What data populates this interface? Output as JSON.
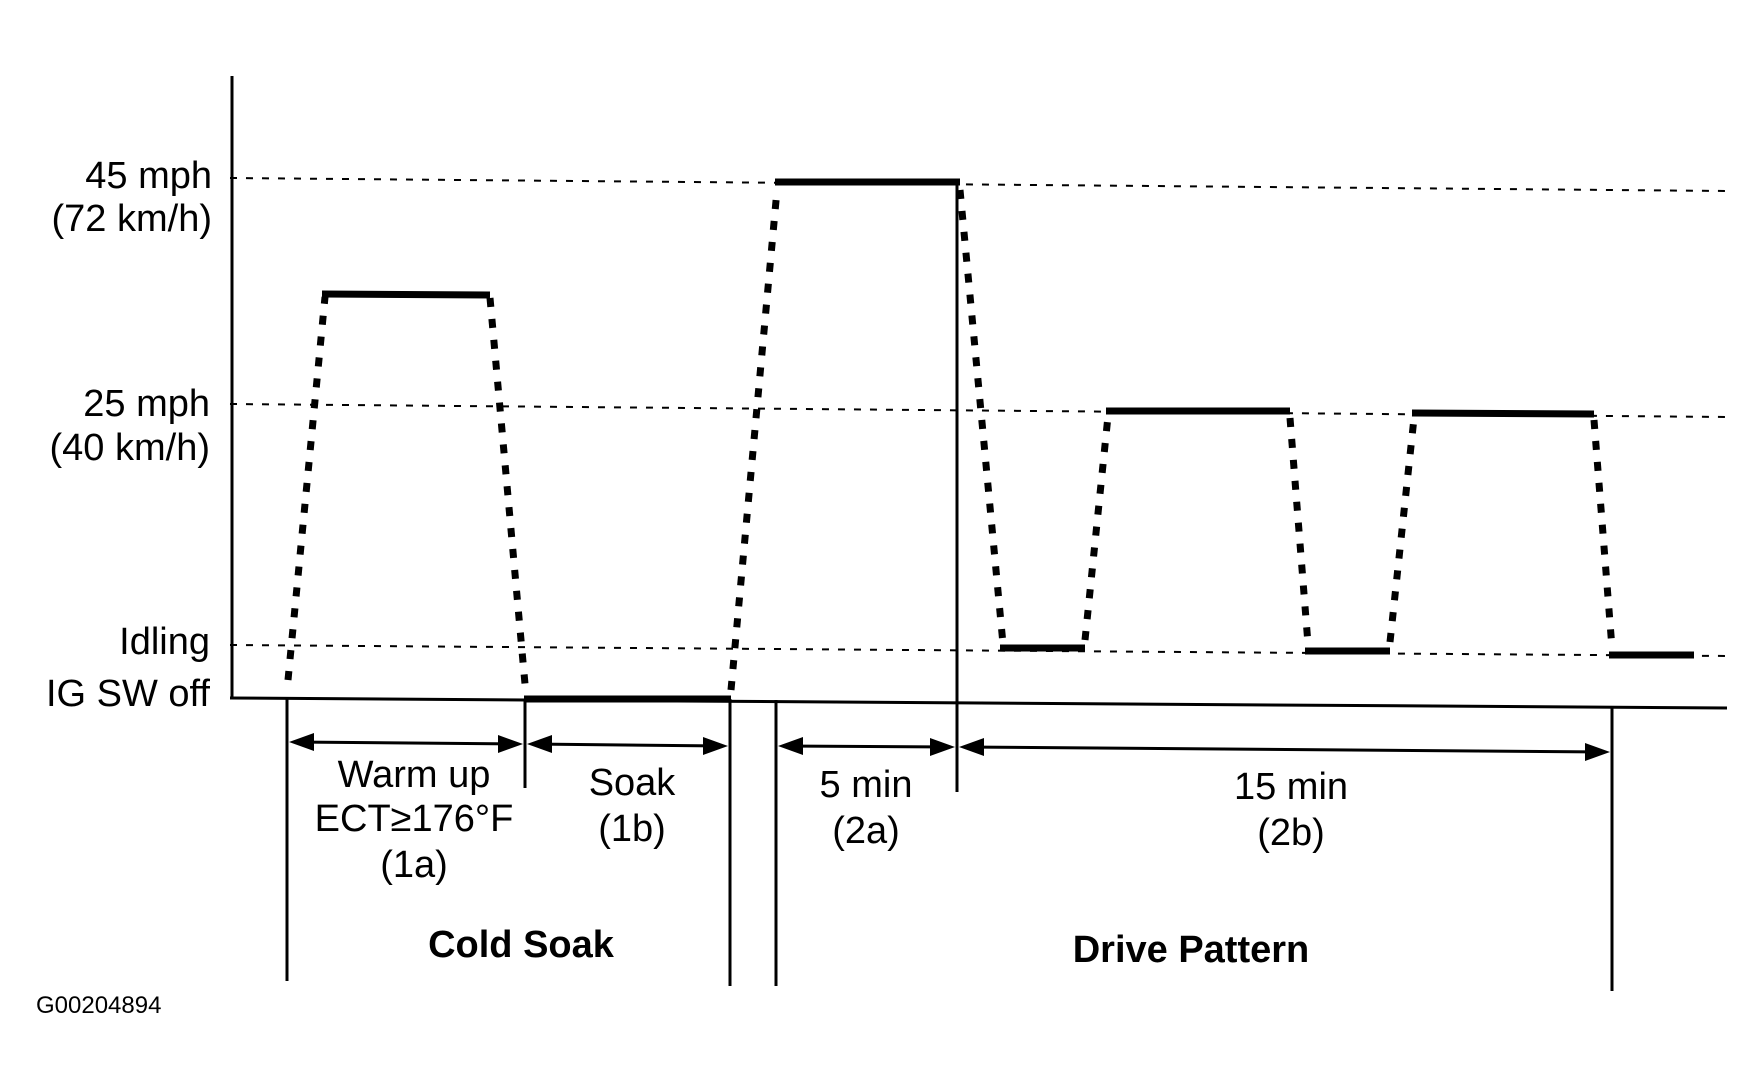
{
  "speed_levels": {
    "high": {
      "line1": "45 mph",
      "line2": "(72 km/h)"
    },
    "mid": {
      "line1": "25 mph",
      "line2": "(40 km/h)"
    },
    "idle": {
      "line1": "Idling"
    },
    "off": {
      "line1": "IG SW off"
    }
  },
  "intervals": {
    "warmup": {
      "line1": "Warm up",
      "line2": "ECT≥176°F",
      "line3": "(1a)"
    },
    "soak": {
      "line1": "Soak",
      "line2": "(1b)"
    },
    "drive_5min": {
      "line1": "5 min",
      "line2": "(2a)"
    },
    "drive_15min": {
      "line1": "15 min",
      "line2": "(2b)"
    }
  },
  "phases": {
    "cold_soak": "Cold Soak",
    "drive_pattern": "Drive Pattern"
  },
  "figure_id": "G00204894"
}
